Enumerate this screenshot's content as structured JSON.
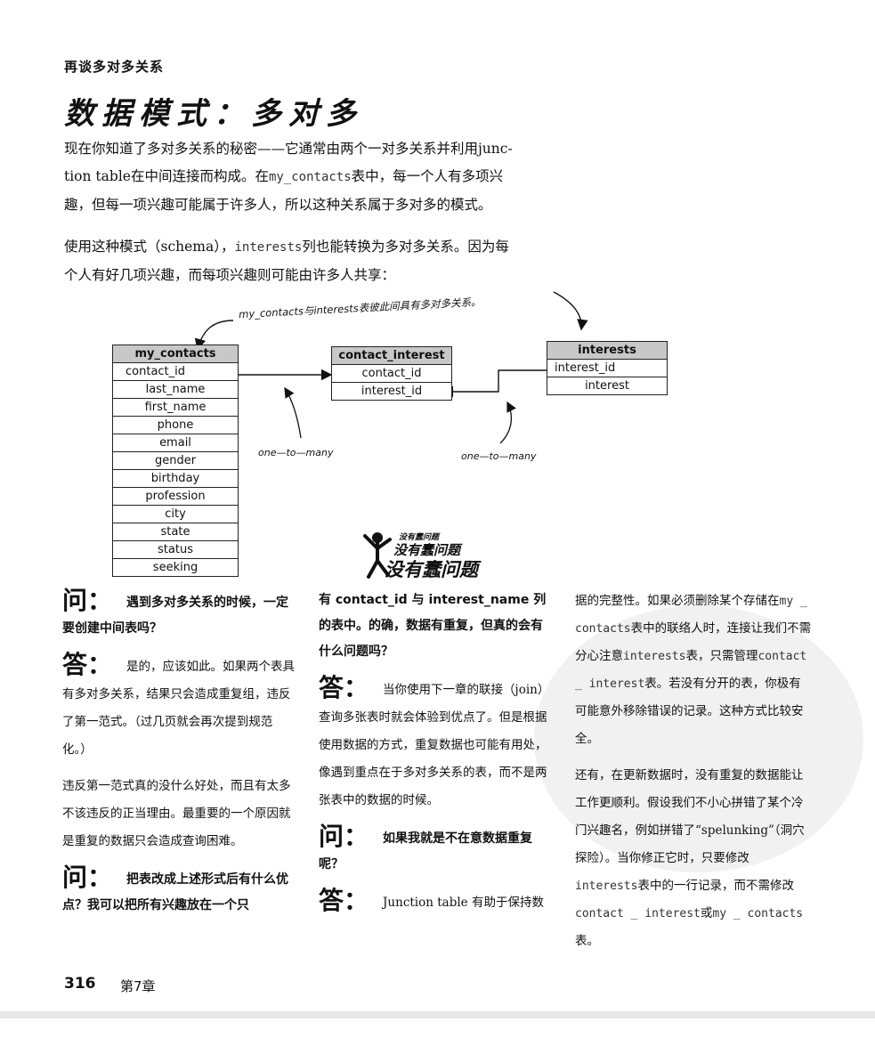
{
  "header": {
    "section": "再谈多对多关系",
    "title": "数据模式：多对多"
  },
  "intro": {
    "p1": {
      "line1_a": "现在你知道了多对多关系的秘密——它通常由两个一对多关系并利用junc-",
      "line2_a": "tion table在中间连接而构成。在",
      "line2_code": "my_contacts",
      "line2_b": "表中，每一个人有多项兴",
      "line3": "趣，但每一项兴趣可能属于许多人，所以这种关系属于多对多的模式。"
    },
    "p2": {
      "line1_a": "使用这种模式（schema），",
      "line1_code": "interests",
      "line1_b": "列也能转换为多对多关系。因为每",
      "line2": "个人有好几项兴趣，而每项兴趣则可能由许多人共享："
    }
  },
  "diagram": {
    "annotation_top": "my_contacts与interests表彼此间具有多对多关系。",
    "one_to_many_1": "one—to—many",
    "one_to_many_2": "one—to—many",
    "my_contacts": {
      "name": "my_contacts",
      "columns": [
        "contact_id",
        "last_name",
        "first_name",
        "phone",
        "email",
        "gender",
        "birthday",
        "profession",
        "city",
        "state",
        "status",
        "seeking"
      ]
    },
    "contact_interest": {
      "name": "contact_interest",
      "columns": [
        "contact_id",
        "interest_id"
      ]
    },
    "interests": {
      "name": "interests",
      "columns": [
        "interest_id",
        "interest"
      ]
    }
  },
  "logo": {
    "small": "没有蠢问题",
    "mid": "没有蠢问题",
    "big": "没有蠢问题"
  },
  "qa": {
    "q_mark": "问：",
    "a_mark": "答：",
    "col1": {
      "q1": "遇到多对多关系的时候，一定要创建中间表吗？",
      "a1": "是的，应该如此。如果两个表具有多对多关系，结果只会造成重复组，违反了第一范式。（过几页就会再次提到规范化。）",
      "p1": "违反第一范式真的没什么好处，而且有太多不该违反的正当理由。最重要的一个原因就是重复的数据只会造成查询困难。",
      "q2": "把表改成上述形式后有什么优点？我可以把所有兴趣放在一个只"
    },
    "col2": {
      "q2_cont": "有 contact_id 与 interest_name 列的表中。的确，数据有重复，但真的会有什么问题吗？",
      "a2": "当你使用下一章的联接（join）查询多张表时就会体验到优点了。但是根据使用数据的方式，重复数据也可能有用处，像遇到重点在于多对多关系的表，而不是两张表中的数据的时候。",
      "q3": "如果我就是不在意数据重复呢？",
      "a3": "Junction table 有助于保持数"
    },
    "col3": {
      "p1_a": "据的完整性。如果必须删除某个存储在",
      "p1_code1": "my _ contacts",
      "p1_b": "表中的联络人时，连接让我们不需分心注意",
      "p1_code2": "interests",
      "p1_c": "表，只需管理",
      "p1_code3": "contact _ interest",
      "p1_d": "表。若没有分开的表，你极有可能意外移除错误的记录。这种方式比较安全。",
      "p2_a": "还有，在更新数据时，没有重复的数据能让工作更顺利。假设我们不小心拼错了某个冷门兴趣名，例如拼错了“spelunking”（洞穴探险）。当你修正它时，只要修改",
      "p2_code1": "interests",
      "p2_b": "表中的一行记录，而不需修改",
      "p2_code2": "contact _ interest",
      "p2_c": "或",
      "p2_code3": "my _ contacts",
      "p2_d": "表。"
    }
  },
  "footer": {
    "page_number": "316",
    "chapter": "第7章"
  },
  "colors": {
    "table_header": "#c8c8c8",
    "text": "#111111",
    "border": "#222222"
  }
}
